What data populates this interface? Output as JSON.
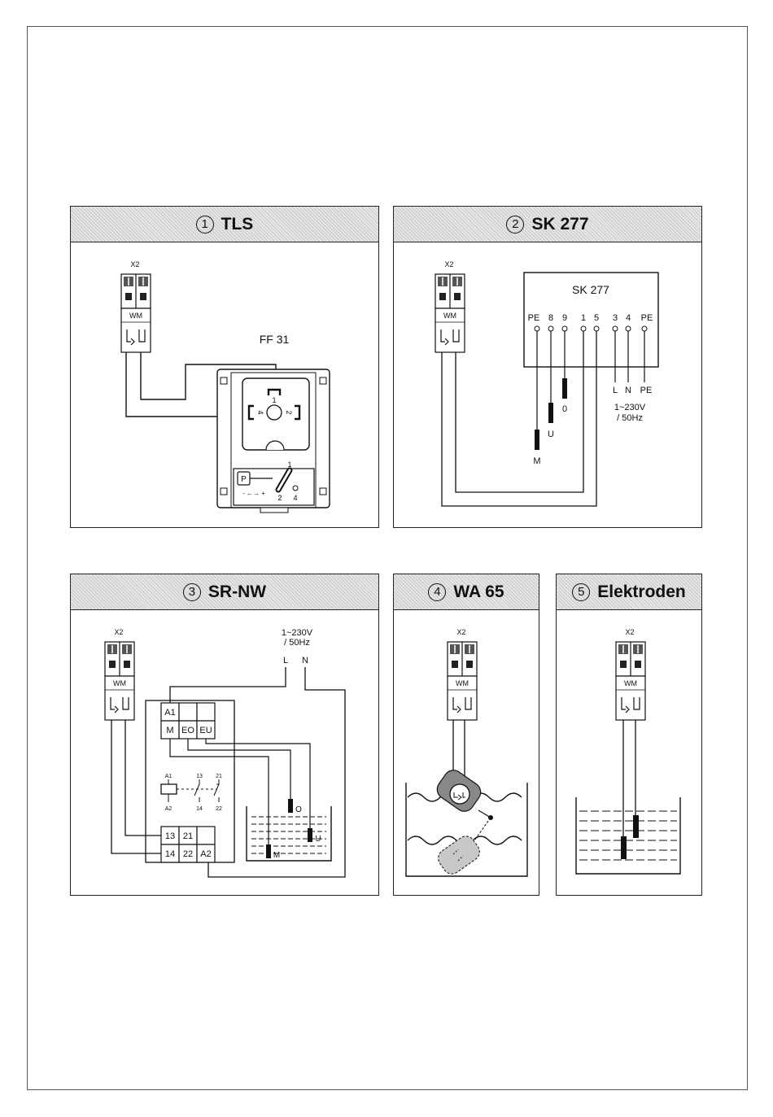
{
  "panels": [
    {
      "number": "1",
      "title": "TLS"
    },
    {
      "number": "2",
      "title": "SK 277"
    },
    {
      "number": "3",
      "title": "SR-NW"
    },
    {
      "number": "4",
      "title": "WA 65"
    },
    {
      "number": "5",
      "title": "Elektroden"
    }
  ],
  "terminal": {
    "label": "X2",
    "unit": "WM"
  },
  "tls": {
    "device": "FF 31",
    "pins": [
      "1",
      "4",
      "2"
    ],
    "switch_label": "P",
    "switch_pins": [
      "1",
      "2",
      "4"
    ],
    "adjust": "- ←→ +"
  },
  "sk277": {
    "device": "SK 277",
    "terminals": [
      "PE",
      "8",
      "9",
      "1",
      "5",
      "3",
      "4",
      "PE"
    ],
    "probes": [
      "M",
      "U",
      "0"
    ],
    "supply_lines": [
      "L",
      "N",
      "PE"
    ],
    "supply": [
      "1~230V",
      "/ 50Hz"
    ]
  },
  "srnw": {
    "supply": [
      "1~230V",
      "/ 50Hz"
    ],
    "supply_lines": [
      "L",
      "N"
    ],
    "top_cells": [
      "A1",
      "",
      ""
    ],
    "mid_cells": [
      "M",
      "EO",
      "EU"
    ],
    "schematic_labels": [
      "A1",
      "A2",
      "13",
      "14",
      "21",
      "22"
    ],
    "bottom_row1": [
      "13",
      "21",
      ""
    ],
    "bottom_row2": [
      "14",
      "22",
      "A2"
    ],
    "probes": [
      "O",
      "U",
      "M"
    ]
  }
}
